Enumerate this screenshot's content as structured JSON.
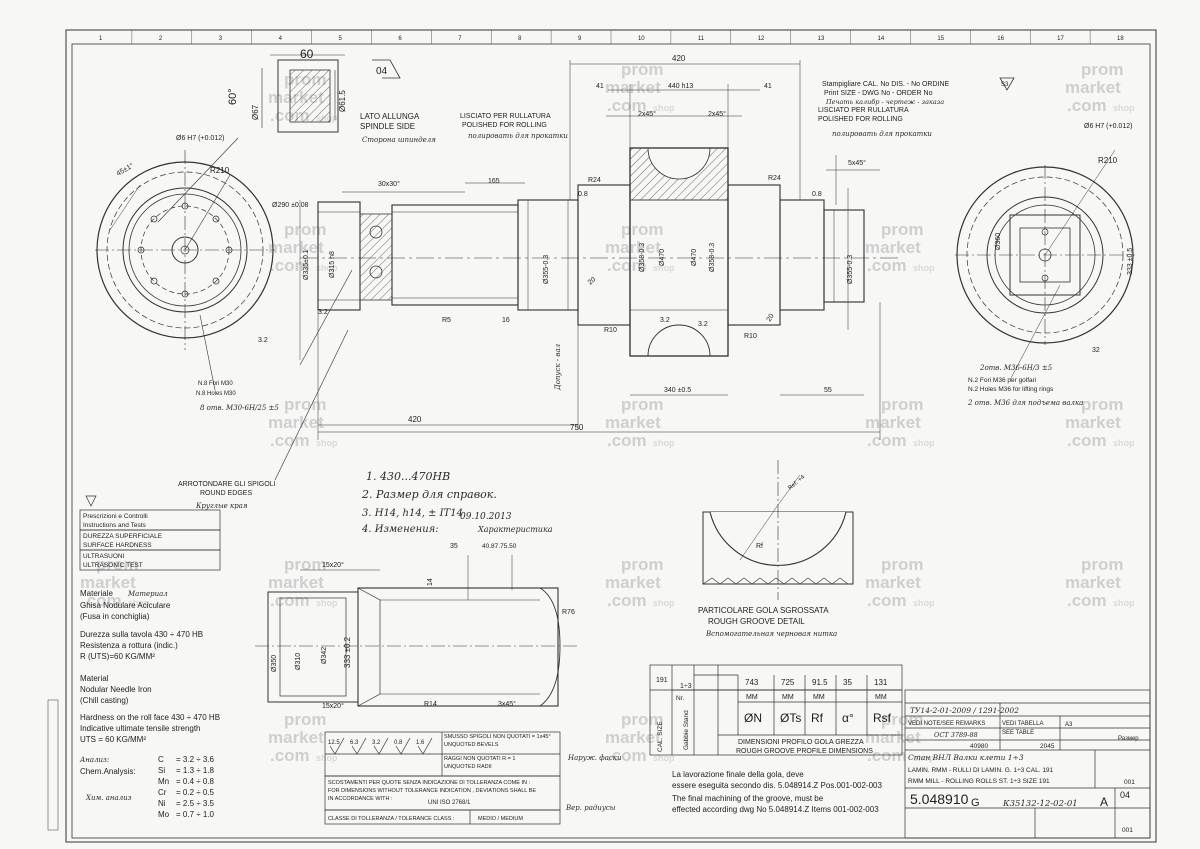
{
  "watermark": {
    "line1": "prom",
    "line2": "market",
    "line3": ".com",
    "shop": "shop"
  },
  "spindle": {
    "label_it": "LATO ALLUNGA",
    "label_en": "SPINDLE SIDE",
    "label_ru": "Сторона шпинделя"
  },
  "rolling": {
    "it": "LISCIATO PER RULLATURA",
    "en": "POLISHED FOR ROLLING",
    "ru": "полировать для прокатки"
  },
  "stamp": {
    "it": "Stampigliare CAL. No DIS. - No ORDINE",
    "en": "Print SIZE - DWG No - ORDER No",
    "ru": "Печать калибр - чертеж - заказа",
    "symbol": "S3"
  },
  "balloon_04": "04",
  "dims": {
    "d60": "60",
    "a60": "60°",
    "d67": "Ø67",
    "d615": "Ø61.5",
    "r210_l": "R210",
    "r210_r": "R210",
    "d6h7_l": "Ø6 H7 (+0.012)",
    "d6h7_r": "Ø6 H7 (+0.012)",
    "d290": "Ø290 ±0.08",
    "d335": "Ø335±0.1",
    "d315": "Ø315 h8",
    "d420_top": "420",
    "d440": "440 h13",
    "d41a": "41",
    "d41b": "41",
    "c2x45a": "2x45°",
    "c2x45b": "2x45°",
    "c5x45": "5x45°",
    "c30x30": "30x30°",
    "d165": "165",
    "r24a": "R24",
    "r24b": "R24",
    "d08a": "0.8",
    "d08b": "0.8",
    "d355a": "Ø355-0.3",
    "d355b": "Ø355-0.3",
    "d358a": "Ø358-0.3",
    "d358b": "Ø358-0.3",
    "d470a": "Ø470",
    "d470b": "Ø470",
    "r5": "R5",
    "r10a": "R10",
    "r10b": "R10",
    "d16": "16",
    "d32a": "3.2",
    "d32b": "3.2",
    "d32c": "3.2",
    "d340": "340 ±0.5",
    "d55": "55",
    "d420_bot": "420",
    "d750": "750",
    "d360": "Ø360",
    "d333": "333 ±0.5",
    "d32r": "32",
    "d20a": "20",
    "d20b": "20",
    "d35": "35"
  },
  "holes_left": {
    "it": "N.8 Fori M30",
    "en": "N.8 Holes M30",
    "ru": "8 отв. M30-6H/25 ±5"
  },
  "holes_right": {
    "ru1": "2отв. M36-6H/3 ±5",
    "it": "N.2 Fori M36 per golfari",
    "en": "N.2 Holes M36 for lifting rings",
    "ru2": "2 отв. M36 для подъема валка"
  },
  "edges": {
    "it": "ARROTONDARE GLI SPIGOLI",
    "en": "ROUND EDGES",
    "ru": "Круглые края"
  },
  "notes": {
    "n1": "1. 430...470HB",
    "n2": "2. Размер для справок.",
    "n3": "3. H14, h14, ± IT14",
    "n4": "4. Изменения:",
    "date": "09.10.2013",
    "extra": "Характеристика"
  },
  "spec": {
    "s1_it": "Prescrizioni e Controlli",
    "s1_en": "Instructions and Tests",
    "s2_it": "DUREZZA SUPERFICIALE",
    "s2_en": "SURFACE HARDNESS",
    "s3_it": "ULTRASUONI",
    "s3_en": "ULTRASONIC TEST"
  },
  "material": {
    "title": "Materiale",
    "title_ru": "Материал",
    "l1": "Ghisa Nodulare Aciculare",
    "l2": "(Fusa in conchiglia)",
    "l3": "Durezza sulla tavola 430 ÷ 470 HB",
    "l4": "Resistenza a rottura (indic.)",
    "l5": "R (UTS)=60 KG/MM²",
    "l6": "Material",
    "l7": "Nodular Needle Iron",
    "l8": "(Chill casting)",
    "l9": "Hardness on the roll face 430 ÷ 470 HB",
    "l10": "Indicative ultimate tensile strength",
    "l11": "UTS  =   60 KG/MM²",
    "l12": "Анализ:",
    "l13": "Chem.Analysis:",
    "l14": "Хим. анализ"
  },
  "chem": [
    {
      "el": "C",
      "val": "= 3.2 ÷ 3.6"
    },
    {
      "el": "Si",
      "val": "= 1.3 ÷ 1.8"
    },
    {
      "el": "Mn",
      "val": "= 0.4 ÷ 0.8"
    },
    {
      "el": "Cr",
      "val": "= 0.2 ÷ 0.5"
    },
    {
      "el": "Ni",
      "val": "= 2.5 ÷ 3.5"
    },
    {
      "el": "Mo",
      "val": "= 0.7 ÷ 1.0"
    }
  ],
  "section": {
    "d15x20a": "15x20°",
    "d15x20b": "15x20°",
    "r14": "R14",
    "d3x45": "3x45°",
    "d350": "Ø350",
    "d310": "Ø310",
    "d333": "333 ±0.2",
    "d342": "Ø342",
    "r76": "R76",
    "d14": "14",
    "d408": "40.87.75.50",
    "d35": "35"
  },
  "bevels": {
    "a_it": "SMUSSO SPIGOLI NON QUOTATI = 1x45°",
    "a_en": "UNQUOTED BEVELS",
    "b_it": "RAGGI NON QUOTATI R = 1",
    "b_en": "UNQUOTED RADII",
    "c_it": "SCOSTAMENTI PER QUOTE SENZA INDICAZIONE DI TOLLERANZA COME IN :",
    "c_en": "FOR DIMENSIONS WITHOUT TOLERANCE INDICATION , DEVIATIONS SHALL BE",
    "c_en2": "IN ACCORDANCE WITH :",
    "c_std": "UNI ISO 2768/1",
    "cls": "CLASSE DI TOLLERANZA / TOLERANCE CLASS :",
    "med": "MEDIO  /  MEDIUM",
    "r1": "12.5",
    "r2": "6.3",
    "r3": "3.2",
    "r4": "0.8",
    "r5": "1.6"
  },
  "groove": {
    "title_it": "PARTICOLARE GOLA SGROSSATA",
    "title_en": "ROUGH GROOVE DETAIL",
    "title_ru": "Вспомогательная черновая нитка",
    "ref": "Ref. +4",
    "r_label": "Rf"
  },
  "table": {
    "size": "191",
    "versions": "1÷3",
    "headers": [
      "ØN",
      "ØTs",
      "Rf",
      "α°",
      "Rsf"
    ],
    "units": [
      "MM",
      "MM",
      "MM",
      "",
      "MM"
    ],
    "values": [
      "743",
      "725",
      "91.5",
      "35",
      "131"
    ],
    "nr": "Nr.",
    "cal": "CAL. SIZE",
    "gabbie": "Gabbie Stand",
    "titolo_it": "DIMENSIONI PROFILO GOLA GREZZA",
    "titolo_en": "ROUGH GROOVE PROFILE DIMENSIONS"
  },
  "footer": {
    "it1": "La lavorazione finale della gola, deve",
    "it2": "essere eseguita secondo dis. 5.048914.Z  Pos.001-002-003",
    "en1": "The final machining of the groove, must be",
    "en2": "effected according dwg No 5.048914.Z Items 001-002-003"
  },
  "titleblock": {
    "code": "ТУ14-2-01-2009 / 1291-2002",
    "remarks": "VEDI NOTE/SEE REMARKS",
    "std2": "ОСТ 3789-88",
    "weight": "40980",
    "scale": "2045",
    "desc_ru": "Стан ВНЛ   Валки клети  1÷3",
    "desc_it": "LAMIN. RMM - RULLI DI LAMIN. G. 1÷3 CAL. 191",
    "desc_en": "RMM MILL -  ROLLING ROLLS ST. 1÷3 SIZE 191",
    "sheet_total": "001",
    "dwg_no": "5.048910",
    "suffix": "G",
    "ru_no": "К35132-12-02-01",
    "rev": "A",
    "sheet": "001",
    "size_a": "A3",
    "see_table": "SEE TABLE",
    "vedi_tab": "VEDI TABELLA",
    "h01": "04",
    "razmer": "Размер"
  },
  "colnum_top": [
    "1",
    "2",
    "3",
    "4",
    "5",
    "6",
    "7",
    "8",
    "9",
    "10",
    "11",
    "12",
    "13",
    "14",
    "15",
    "16",
    "17",
    "18"
  ]
}
